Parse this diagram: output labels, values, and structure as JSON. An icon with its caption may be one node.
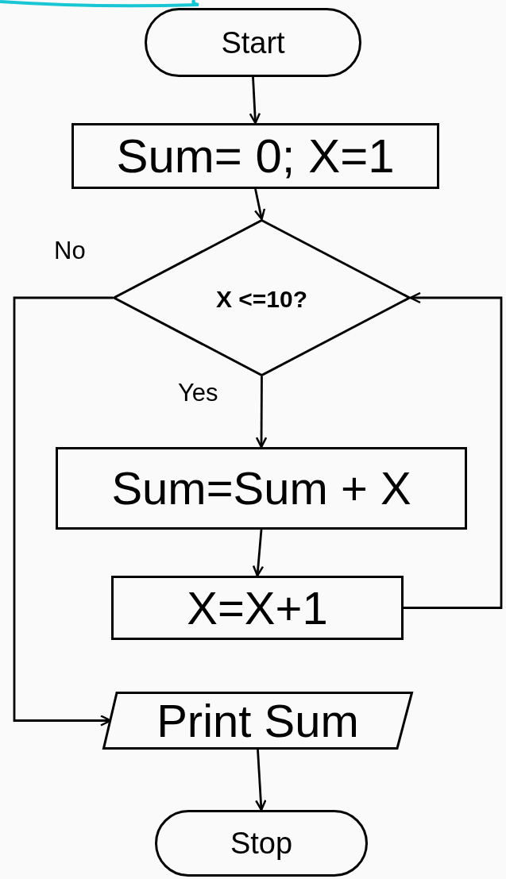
{
  "diagram": {
    "nodes": [
      {
        "text": [
          "Start"
        ]
      },
      {
        "text": [
          "Sum= 0; X=1"
        ]
      },
      {
        "text": [
          "X <=10?"
        ]
      },
      {
        "text": [
          "Sum=Sum + X"
        ]
      },
      {
        "text": [
          "X=X+1"
        ]
      },
      {
        "text": [
          "Print Sum"
        ]
      },
      {
        "text": [
          "Stop"
        ]
      }
    ],
    "edges": [
      {
        "from": 0,
        "to": 1,
        "arrow": "to"
      },
      {
        "from": 1,
        "to": 2,
        "arrow": "to"
      },
      {
        "from": 2,
        "to": 3,
        "arrow": "to",
        "label": "Yes"
      },
      {
        "from": 3,
        "to": 4,
        "arrow": "to"
      },
      {
        "from": 4,
        "to": 2,
        "arrow": "to"
      },
      {
        "from": 2,
        "to": 5,
        "arrow": "to",
        "label": "No"
      },
      {
        "from": 5,
        "to": 6,
        "arrow": "to"
      }
    ]
  }
}
